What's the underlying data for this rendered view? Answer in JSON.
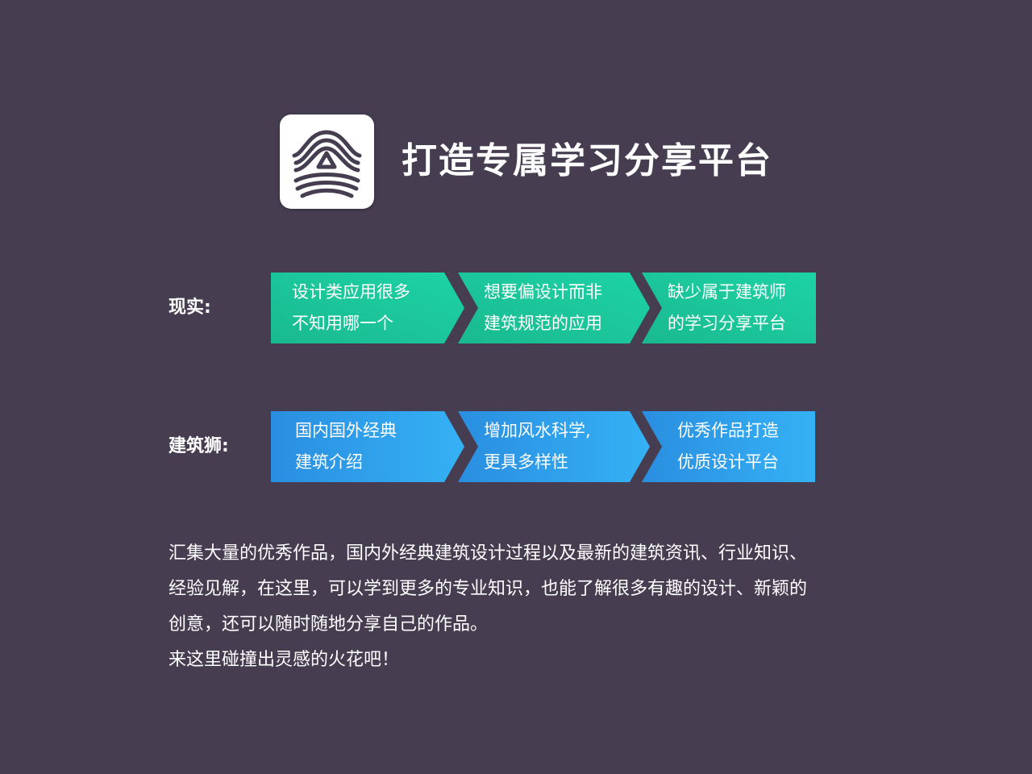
{
  "header": {
    "logo_icon": "fingerprint-arch-icon",
    "title": "打造专属学习分享平台"
  },
  "reality_row": {
    "label": "现实:",
    "color_start": "#1ab98f",
    "color_end": "#1dd3a6",
    "segments": [
      {
        "line1": "设计类应用很多",
        "line2": "不知用哪一个"
      },
      {
        "line1": "想要偏设计而非",
        "line2": "建筑规范的应用"
      },
      {
        "line1": "缺少属于建筑师",
        "line2": "的学习分享平台"
      }
    ]
  },
  "solution_row": {
    "label": "建筑狮:",
    "color_start": "#2a8ee0",
    "color_end": "#35b1f5",
    "segments": [
      {
        "line1": "国内国外经典",
        "line2": "建筑介绍"
      },
      {
        "line1": "增加风水科学,",
        "line2": "更具多样性"
      },
      {
        "line1": "优秀作品打造",
        "line2": "优质设计平台"
      }
    ]
  },
  "description": {
    "lines": [
      "汇集大量的优秀作品，国内外经典建筑设计过程以及最新的建筑资讯、行业知识、",
      "经验见解，在这里，可以学到更多的专业知识，也能了解很多有趣的设计、新颖的",
      "创意，还可以随时随地分享自己的作品。",
      "来这里碰撞出灵感的火花吧！"
    ]
  },
  "colors": {
    "background": "#463d51",
    "logo_stroke": "#463d51"
  }
}
